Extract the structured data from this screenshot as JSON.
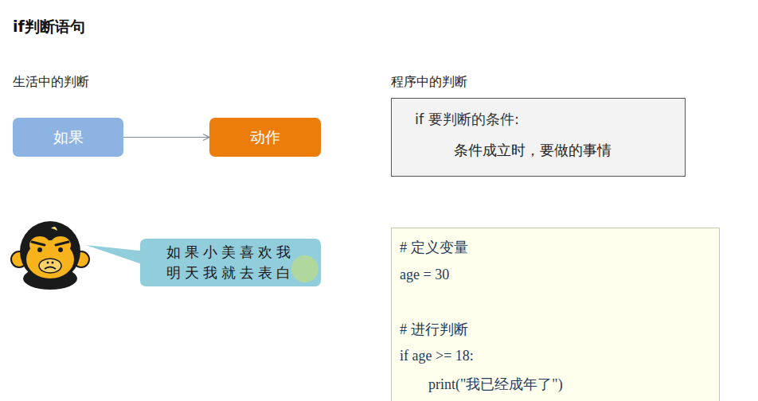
{
  "diagram": {
    "title": "if判断语句",
    "nodes": [
      {
        "text": [
          "如果"
        ]
      },
      {
        "text": [
          "动作"
        ]
      },
      {
        "text": [
          "if 要判断的条件:",
          "条件成立时，要做的事情"
        ]
      },
      {
        "text": [
          "如果小美喜欢我 明天我就去表白"
        ]
      },
      {
        "text": [
          "# 定义变量",
          "age = 30",
          "# 进行判断",
          "if age >= 18:",
          "print(\"我已经成年了\")"
        ]
      }
    ],
    "edges": [
      {
        "from": 0,
        "to": 1,
        "arrow": "to"
      }
    ],
    "labels": [
      "生活中的判断",
      "程序中的判断"
    ]
  }
}
